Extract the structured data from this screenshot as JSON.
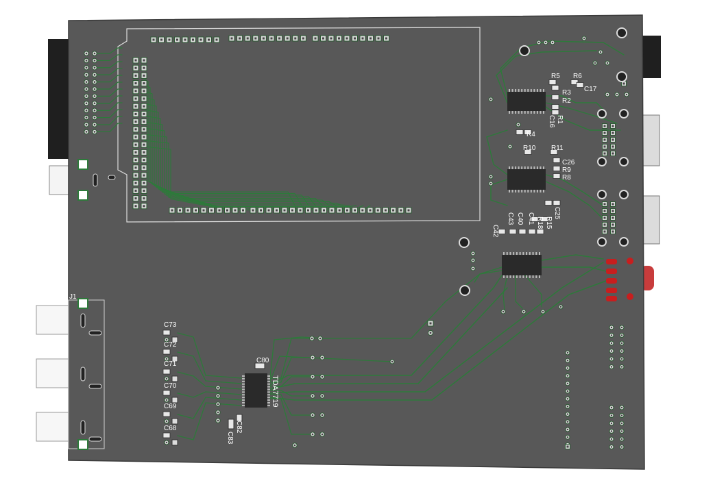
{
  "board": {
    "colors": {
      "board": "#585858",
      "trace": "#2d7a3a",
      "pad": "#d8d8d8",
      "silk": "#e8e8e8",
      "ic": "#2a2a2a",
      "connector_metal": "#dcdcdc",
      "led_red": "#c81e1e"
    },
    "labels": {
      "j1": "J1",
      "tda": "TDA7719",
      "c73": "C73",
      "c72": "C72",
      "c71": "C71",
      "c70": "C70",
      "c69": "C69",
      "c68": "C68",
      "c80": "C80",
      "c82": "C82",
      "c83": "C83",
      "r5": "R5",
      "r6": "R6",
      "r3": "R3",
      "r2": "R2",
      "r1": "R1",
      "c17": "C17",
      "c16": "C16",
      "r4": "R4",
      "r10": "R10",
      "r11": "R11",
      "c26": "C26",
      "r9": "R9",
      "r8": "R8",
      "c25": "C25",
      "r15": "R15",
      "r18": "R18",
      "c41": "C41",
      "c40": "C40",
      "c43": "C43",
      "c42": "C42"
    }
  }
}
